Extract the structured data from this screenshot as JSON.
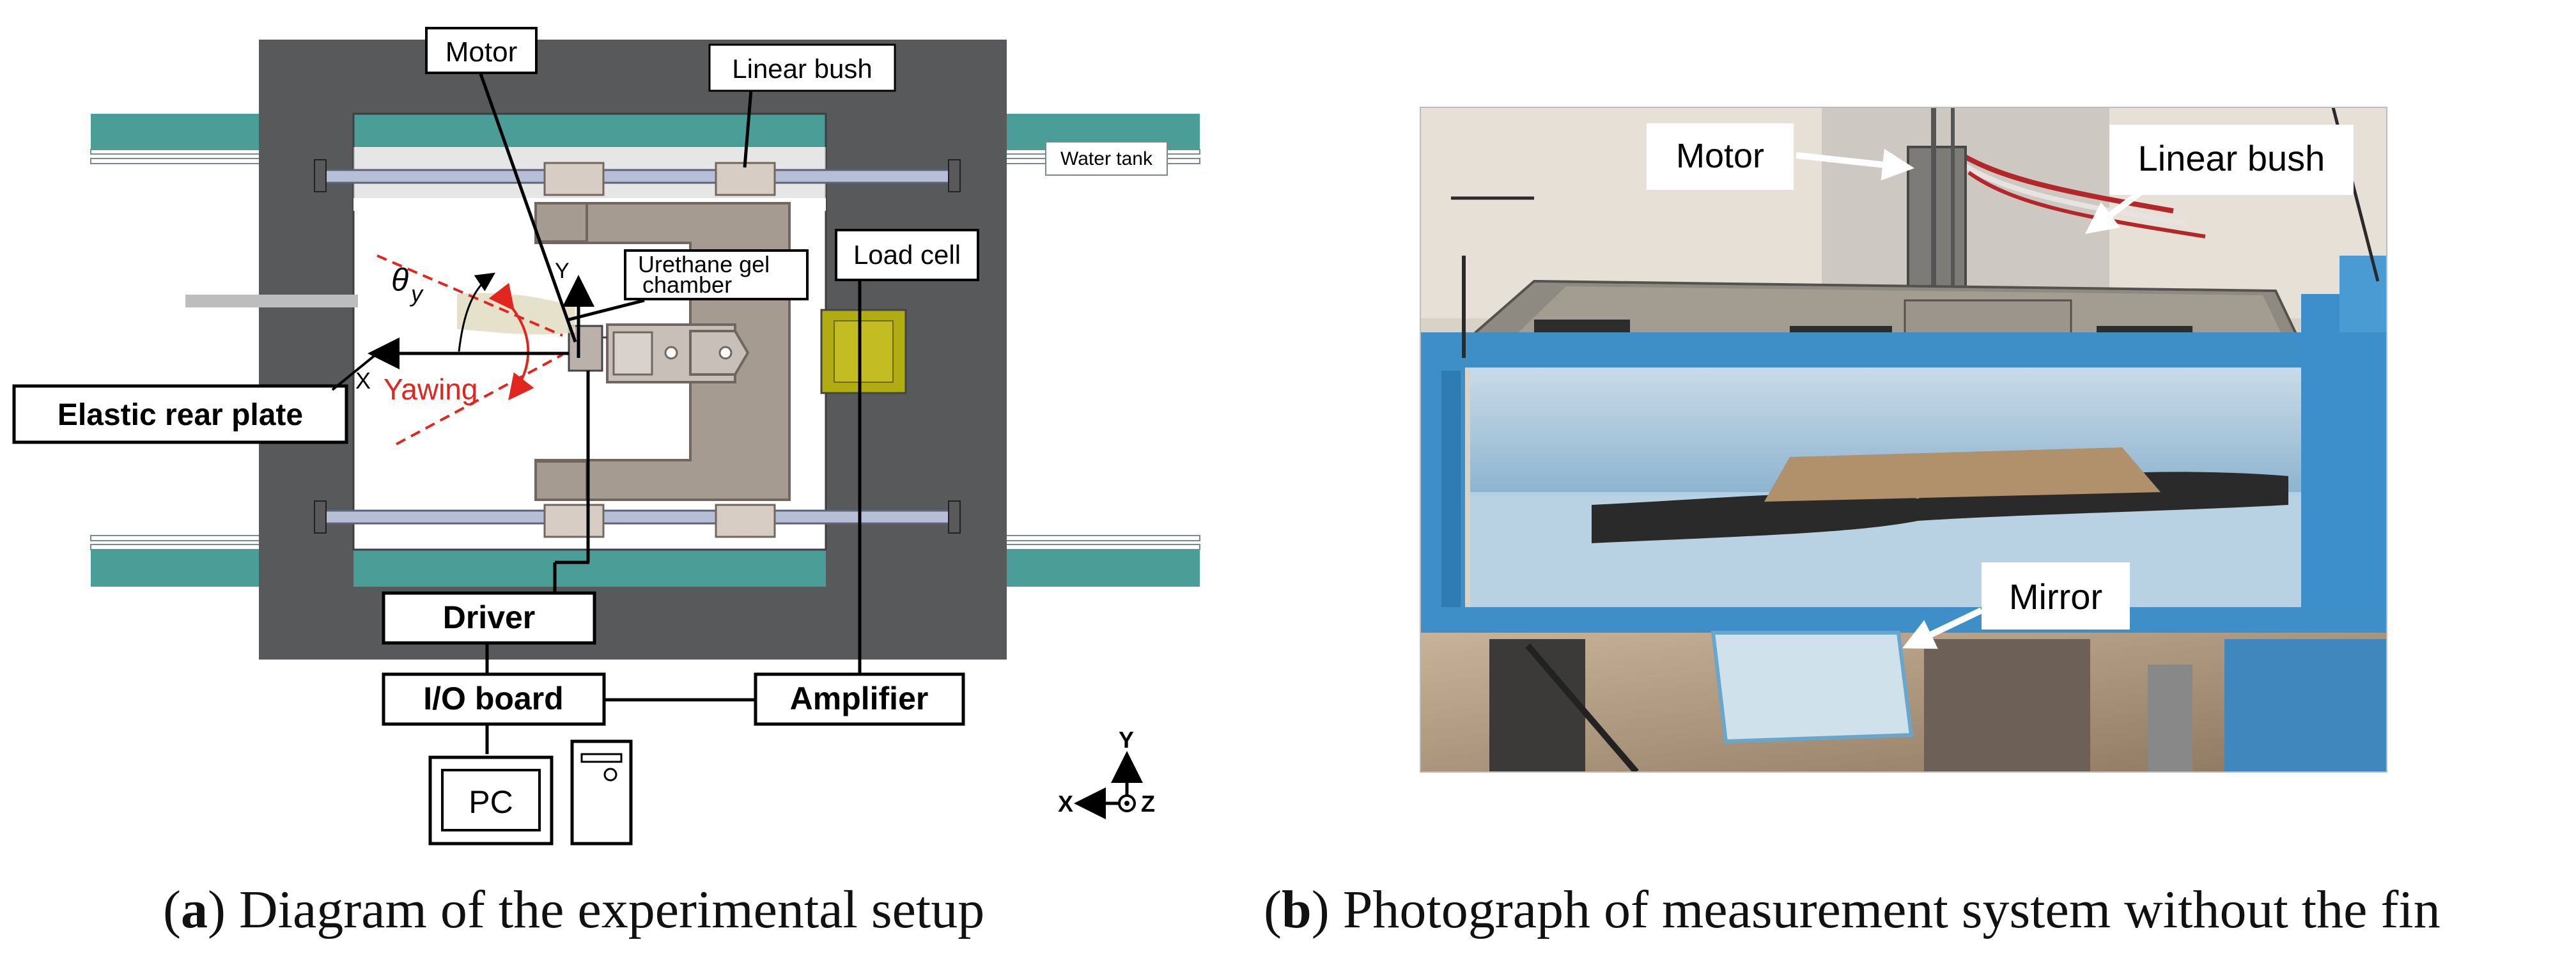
{
  "panel_a": {
    "labels": {
      "motor": "Motor",
      "linear_bush": "Linear bush",
      "water_tank": "Water tank",
      "urethane_gel_line1": "Urethane gel",
      "urethane_gel_line2": "chamber",
      "load_cell": "Load cell",
      "elastic_rear_plate": "Elastic rear plate",
      "theta_symbol": "θ",
      "theta_sub": "y",
      "yawing": "Yawing",
      "axis_x": "X",
      "axis_y": "Y",
      "driver": "Driver",
      "io_board": "I/O board",
      "amplifier": "Amplifier",
      "pc": "PC"
    },
    "coord_axes": {
      "x": "X",
      "y": "Y",
      "z": "Z"
    },
    "caption": {
      "letter": "a",
      "text": " Diagram of the experimental setup"
    },
    "colors": {
      "frame": "#58595b",
      "rail": "#4b9e98",
      "carriage": "#a59b91",
      "load_cell": "#b1ac11",
      "yaw": "#e0261f"
    }
  },
  "panel_b": {
    "labels": {
      "motor": "Motor",
      "linear_bush": "Linear bush",
      "mirror": "Mirror"
    },
    "caption": {
      "letter": "b",
      "text": " Photograph of measurement system without the fin"
    }
  }
}
